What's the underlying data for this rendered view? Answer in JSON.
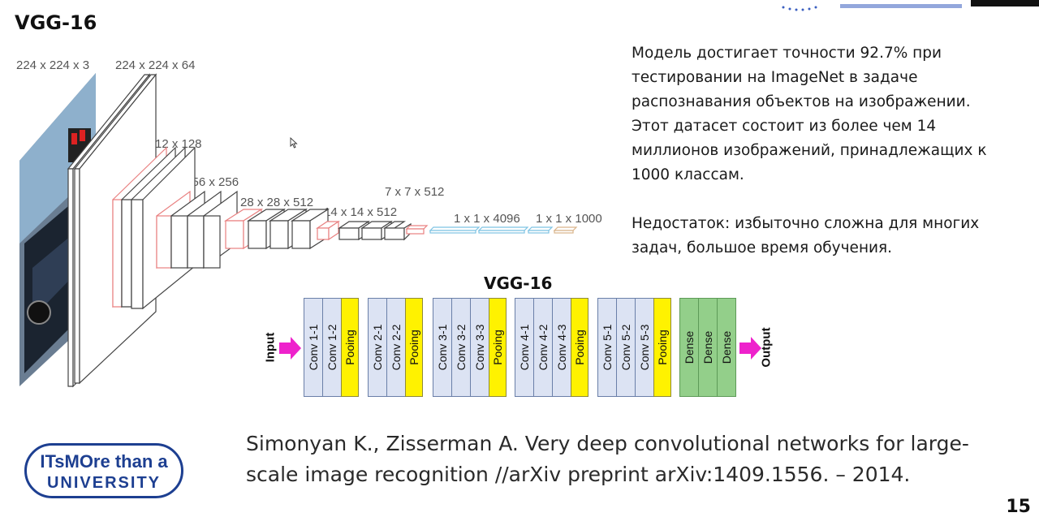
{
  "slide_title": "VGG-16",
  "layer_dims": [
    "224 x 224 x 3",
    "224 x 224 x 64",
    "112 x 112 x 128",
    "56 x 56 x 256",
    "28 x 28 x 512",
    "14 x 14 x 512",
    "7 x 7 x 512",
    "1 x 1 x 4096",
    "1 x 1 x 1000"
  ],
  "description": {
    "paragraph1": [
      "Модель достигает точности 92.7% при",
      "тестировании на ImageNet в задаче",
      "распознавания объектов на изображении.",
      "Этот датасет состоит из более чем 14",
      "миллионов изображений, принадлежащих к",
      "1000 классам."
    ],
    "paragraph2": [
      "Недостаток: избыточно сложна для многих",
      "задач, большое время обучения."
    ]
  },
  "diagram": {
    "title": "VGG-16",
    "input_label": "Input",
    "output_label": "Output",
    "blocks": [
      {
        "label": "Conv 1-1",
        "kind": "conv"
      },
      {
        "label": "Conv 1-2",
        "kind": "conv"
      },
      {
        "label": "Pooing",
        "kind": "pool"
      },
      {
        "label": "Conv 2-1",
        "kind": "conv"
      },
      {
        "label": "Conv 2-2",
        "kind": "conv"
      },
      {
        "label": "Pooing",
        "kind": "pool"
      },
      {
        "label": "Conv 3-1",
        "kind": "conv"
      },
      {
        "label": "Conv 3-2",
        "kind": "conv"
      },
      {
        "label": "Conv 3-3",
        "kind": "conv"
      },
      {
        "label": "Pooing",
        "kind": "pool"
      },
      {
        "label": "Conv 4-1",
        "kind": "conv"
      },
      {
        "label": "Conv 4-2",
        "kind": "conv"
      },
      {
        "label": "Conv 4-3",
        "kind": "conv"
      },
      {
        "label": "Pooing",
        "kind": "pool"
      },
      {
        "label": "Conv 5-1",
        "kind": "conv"
      },
      {
        "label": "Conv 5-2",
        "kind": "conv"
      },
      {
        "label": "Conv 5-3",
        "kind": "conv"
      },
      {
        "label": "Pooing",
        "kind": "pool"
      },
      {
        "label": "Dense",
        "kind": "dense"
      },
      {
        "label": "Dense",
        "kind": "dense"
      },
      {
        "label": "Dense",
        "kind": "dense"
      }
    ]
  },
  "citation": [
    "Simonyan K., Zisserman A. Very deep convolutional networks for large-",
    "scale image recognition //arXiv preprint arXiv:1409.1556. – 2014."
  ],
  "logo": {
    "top_line": "ITsMOre than a",
    "bottom_line": "UNIVERSITY"
  },
  "page_number": "15",
  "colors": {
    "conv": "#dce3f3",
    "pool": "#fff200",
    "dense": "#93cf8a",
    "arrow": "#ee22cc",
    "logo": "#1d3f91"
  }
}
